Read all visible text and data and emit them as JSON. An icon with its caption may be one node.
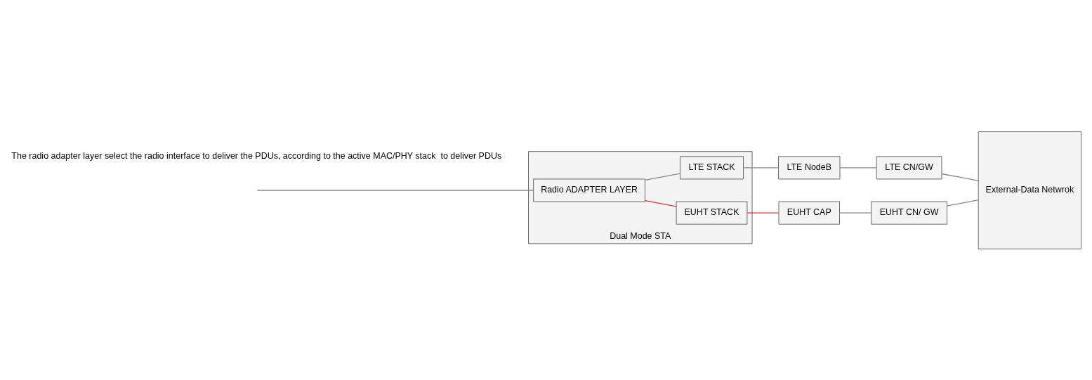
{
  "diagram": {
    "nodes": [
      {
        "text": [
          "Dual Mode STA"
        ]
      },
      {
        "text": [
          "Radio ADAPTER LAYER"
        ],
        "in": 0
      },
      {
        "text": [
          "LTE STACK"
        ],
        "in": 0
      },
      {
        "text": [
          "EUHT STACK"
        ],
        "in": 0
      },
      {
        "text": [
          "LTE NodeB"
        ]
      },
      {
        "text": [
          "LTE CN/GW"
        ]
      },
      {
        "text": [
          "EUHT CAP"
        ]
      },
      {
        "text": [
          "EUHT CN/ GW"
        ]
      },
      {
        "text": [
          "External-Data Netwrok"
        ]
      }
    ],
    "edges": [
      {
        "from": null,
        "to": 1,
        "arrow": "none"
      },
      {
        "from": 1,
        "to": 2,
        "arrow": "none"
      },
      {
        "from": 1,
        "to": 3,
        "arrow": "none",
        "color": "#e03030"
      },
      {
        "from": 2,
        "to": 4,
        "arrow": "none"
      },
      {
        "from": 3,
        "to": 6,
        "arrow": "none",
        "color": "#e03030"
      },
      {
        "from": 4,
        "to": 5,
        "arrow": "none"
      },
      {
        "from": 5,
        "to": 8,
        "arrow": "none"
      },
      {
        "from": 6,
        "to": 7,
        "arrow": "none"
      },
      {
        "from": 7,
        "to": 8,
        "arrow": "none"
      }
    ],
    "labels": [
      "The radio adapter layer select the radio interface to deliver the PDUs, according to the active MAC/PHY stack  to deliver PDUs"
    ]
  }
}
